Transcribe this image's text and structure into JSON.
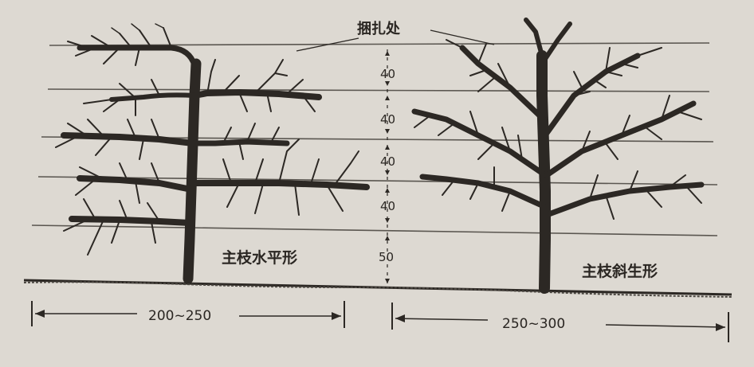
{
  "tie_label": "捆扎处",
  "spacings": [
    "40",
    "40",
    "40",
    "40",
    "50"
  ],
  "left_form_label": "主枝水平形",
  "right_form_label": "主枝斜生形",
  "left_width": "200~250",
  "right_width": "250~300"
}
